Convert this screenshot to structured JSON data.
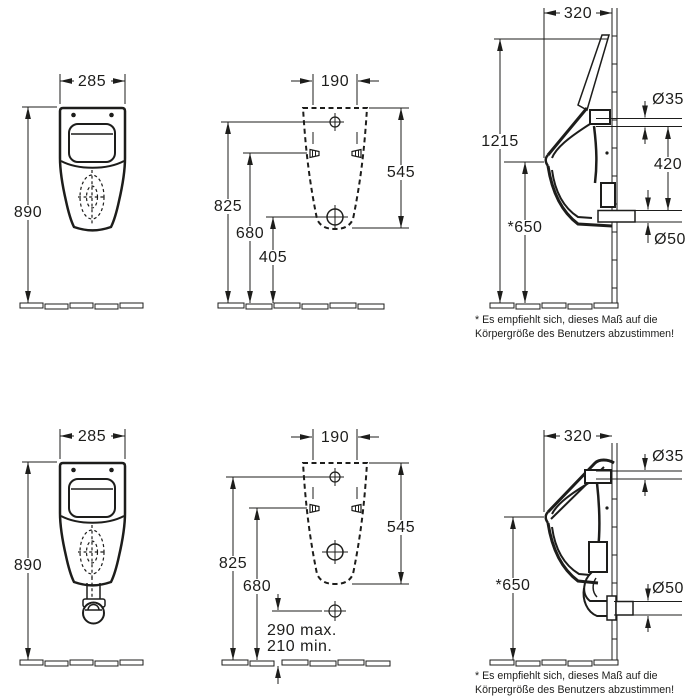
{
  "doc": {
    "background": "#ffffff",
    "ink": "#1d1d1b",
    "subject": "urinal installation dimensions"
  },
  "top": {
    "front": {
      "width": "285",
      "height": "890"
    },
    "rear": {
      "spud_spacing": "190",
      "body_height": "545",
      "inlet_height": "825",
      "fixing_height": "680",
      "outlet_height": "405"
    },
    "side": {
      "depth": "320",
      "overall_height": "1215",
      "rim_height": "*650",
      "inlet_diameter": "Ø35",
      "inlet_to_outlet": "420",
      "outlet_diameter": "Ø50"
    },
    "footnote_line1": "* Es empfiehlt sich, dieses Maß auf die",
    "footnote_line2": "Körpergröße  des Benutzers abzustimmen!"
  },
  "bottom": {
    "front": {
      "width": "285",
      "height": "890"
    },
    "rear": {
      "spud_spacing": "190",
      "body_height": "545",
      "inlet_height": "825",
      "fixing_height": "680",
      "outlet_distance_max": "290 max.",
      "outlet_distance_min": "210 min."
    },
    "side": {
      "depth": "320",
      "rim_height": "*650",
      "inlet_diameter": "Ø35",
      "outlet_diameter": "Ø50"
    },
    "footnote_line1": "* Es empfiehlt sich, dieses Maß auf die",
    "footnote_line2": "Körpergröße  des Benutzers abzustimmen!"
  }
}
